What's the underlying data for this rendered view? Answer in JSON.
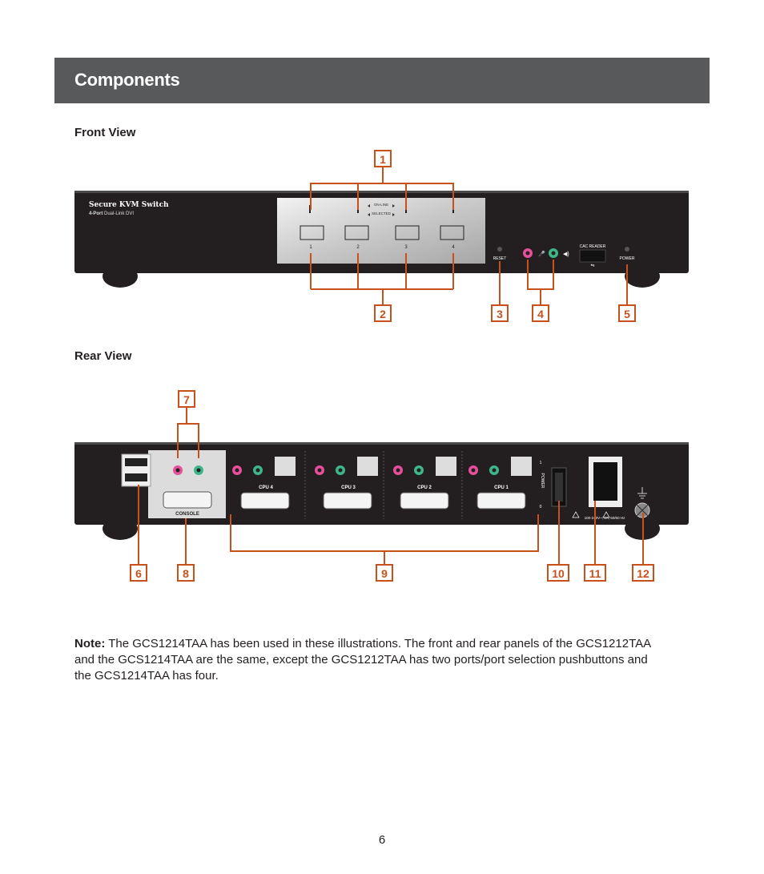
{
  "page_title": "Components",
  "front_view_label": "Front View",
  "rear_view_label": "Rear View",
  "callouts": [
    "1",
    "2",
    "3",
    "4",
    "5",
    "6",
    "7",
    "8",
    "9",
    "10",
    "11",
    "12"
  ],
  "front_panel": {
    "brand": "Secure KVM Switch",
    "subtitle_bold": "4-Port",
    "subtitle_rest": " Dual-Link DVI",
    "online_label": "ON-LINE",
    "selected_label": "SELECTED",
    "ports": [
      "1",
      "2",
      "3",
      "4"
    ],
    "reset_label": "RESET",
    "cac_label": "CAC READER",
    "power_label": "POWER"
  },
  "rear_panel": {
    "console_label": "CONSOLE",
    "cpu_labels": [
      "CPU 4",
      "CPU 3",
      "CPU 2",
      "CPU 1"
    ],
    "power_label": "POWER",
    "switch_on": "1",
    "switch_off": "0",
    "rating_label": "100-240V~; 1A, 50/60 Hz"
  },
  "note": {
    "label": "Note:",
    "text": " The GCS1214TAA has been used in these illustrations. The front and rear panels of the GCS1212TAA and the GCS1214TAA are the same, except the GCS1212TAA has two ports/port selection pushbuttons and the GCS1214TAA has four."
  },
  "page_number": "6",
  "colors": {
    "callout": "#c8511b",
    "header": "#58595b",
    "chassis": "#231f20"
  }
}
